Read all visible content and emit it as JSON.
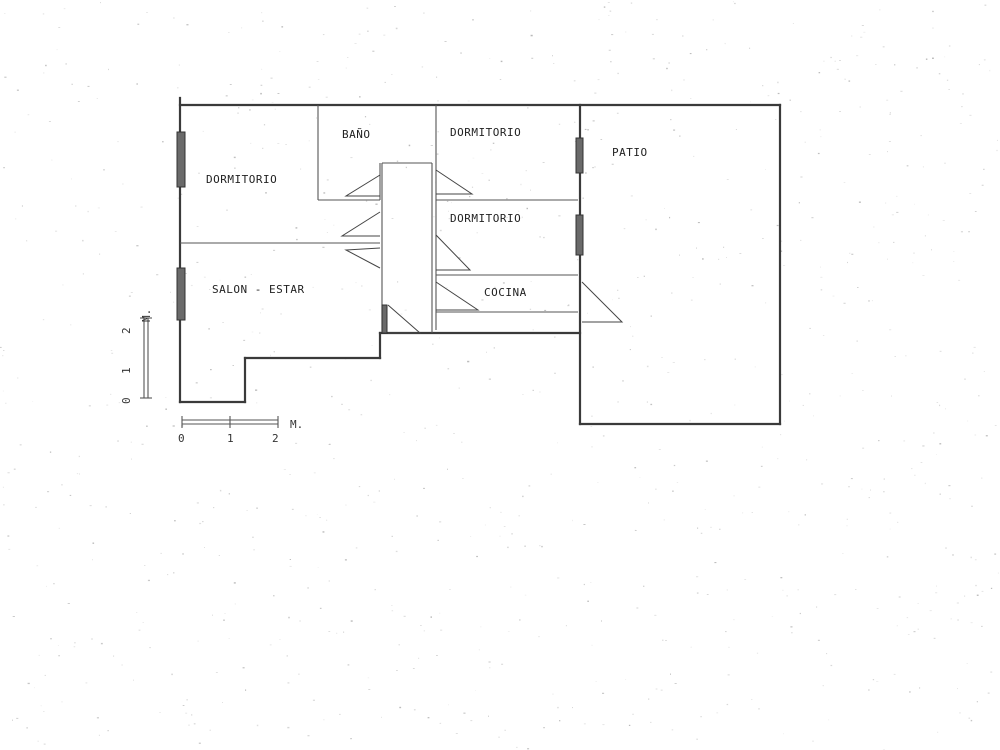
{
  "plan": {
    "rooms": {
      "dormitorio_1": "DORMITORIO",
      "bano": "BAÑO",
      "dormitorio_2": "DORMITORIO",
      "patio": "PATIO",
      "dormitorio_3": "DORMITORIO",
      "salon_estar": "SALON - ESTAR",
      "cocina": "COCINA"
    },
    "scale": {
      "ticks": [
        "0",
        "1",
        "2"
      ],
      "unit": "M."
    }
  }
}
